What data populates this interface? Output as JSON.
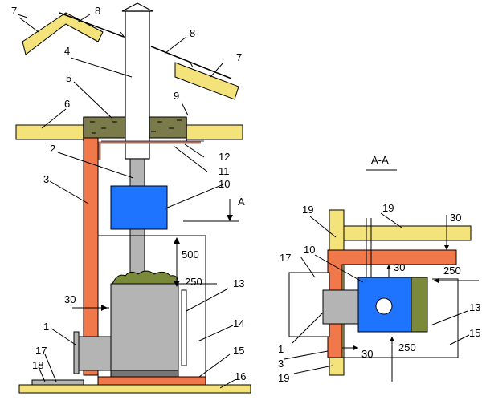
{
  "section_title": "A-A",
  "section_marker": "A",
  "left_labels": {
    "l1": "1",
    "l2": "2",
    "l3": "3",
    "l4": "4",
    "l5": "5",
    "l6": "6",
    "l7a": "7",
    "l7b": "7",
    "l8a": "8",
    "l8b": "8",
    "l9": "9",
    "l10": "10",
    "l11": "11",
    "l12": "12",
    "l13": "13",
    "l14": "14",
    "l15": "15",
    "l16": "16",
    "l17": "17",
    "l18": "18"
  },
  "left_dims": {
    "d500": "500",
    "d250": "250",
    "d30": "30"
  },
  "right_labels": {
    "r1": "1",
    "r3": "3",
    "r10": "10",
    "r13": "13",
    "r15": "15",
    "r17": "17",
    "r19a": "19",
    "r19b": "19",
    "r19c": "19"
  },
  "right_dims": {
    "d30a": "30",
    "d30b": "30",
    "d250a": "250",
    "d250b": "250",
    "d30c": "30"
  },
  "colors": {
    "wood": "#f4e27a",
    "brick": "#f0784a",
    "metal": "#b4b4b4",
    "tank": "#1e74ff",
    "stone": "#7b8a3a",
    "insulation": "#7a7a4a"
  }
}
